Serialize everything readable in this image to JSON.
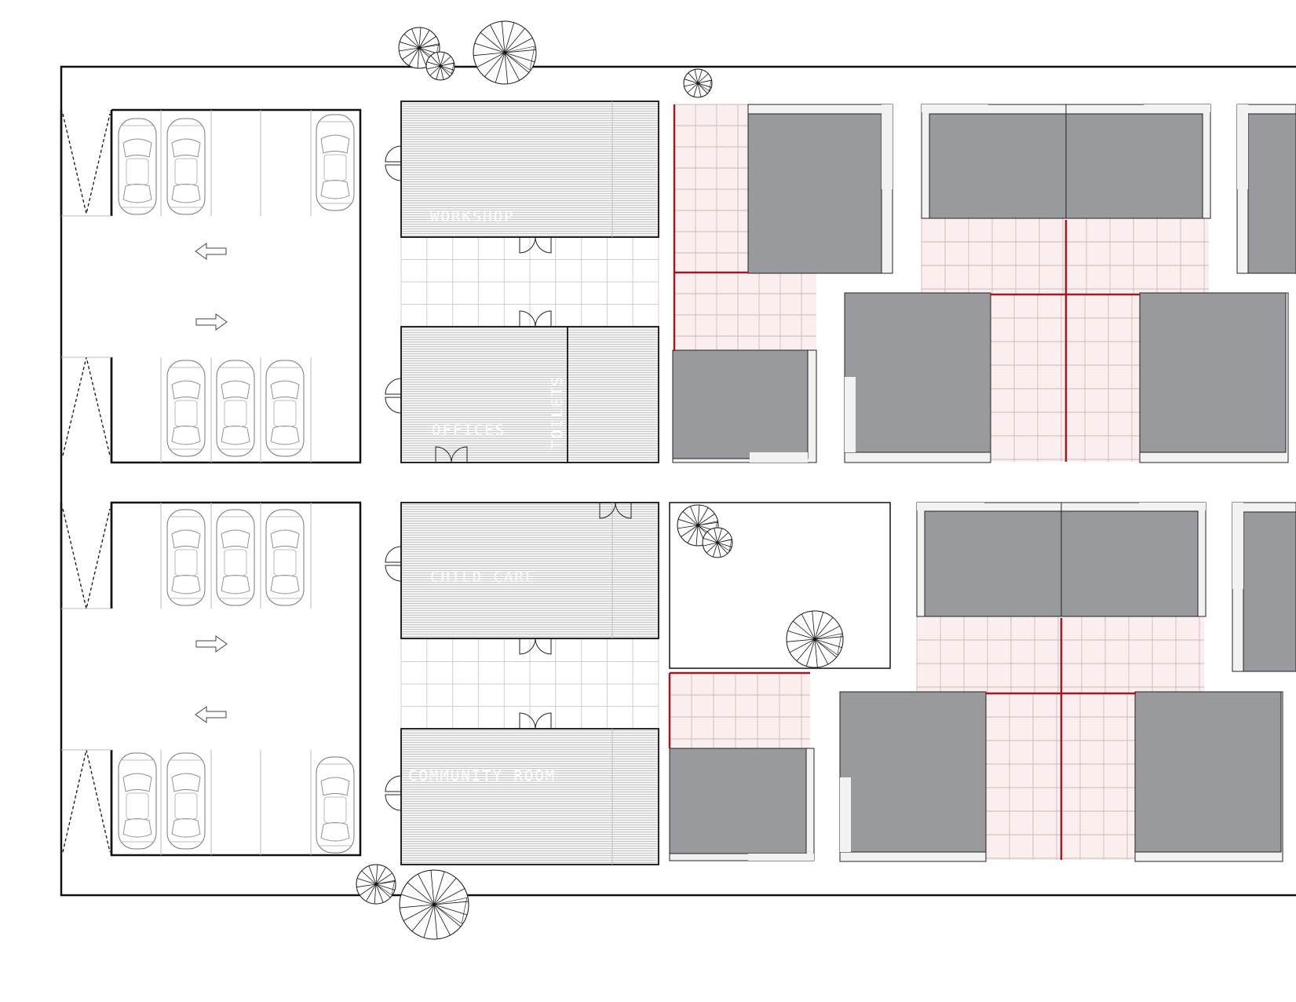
{
  "rooms": {
    "workshop": "WORKSHOP",
    "offices": "OFFICES",
    "toilets": "TOILETS",
    "child_care": "CHILD CARE",
    "community_room": "COMMUNITY ROOM"
  },
  "colors": {
    "line": "#111111",
    "building": "#999a9d",
    "patio": "#fbeeee",
    "patio_grid": "#c9b3b3",
    "patio_line": "#9b1b22",
    "hatch": "#c8c8c8",
    "paving": "#cfcfcf"
  },
  "icons": [
    "tree-icon",
    "car-icon",
    "arrow-left-icon",
    "arrow-right-icon",
    "door-swing-icon"
  ]
}
